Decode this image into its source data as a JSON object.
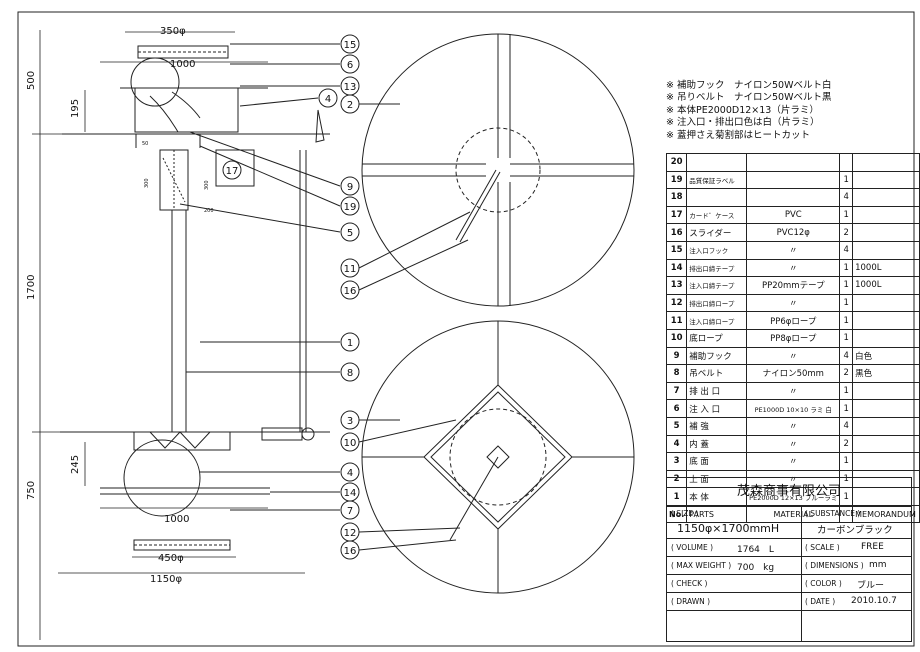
{
  "notes": [
    "※ 補助フック　ナイロン50Wベルト白",
    "※ 吊りベルト　ナイロン50Wベルト黒",
    "※ 本体PE2000D12×13（片ラミ）",
    "※ 注入口・排出口色は白（片ラミ）",
    "※ 蓋押さえ菊割部はヒートカット"
  ],
  "parts": [
    {
      "no": "20",
      "name": "",
      "material": "",
      "qty": "",
      "memo": ""
    },
    {
      "no": "19",
      "name": "品質保証ラベル",
      "material": "",
      "qty": "1",
      "memo": ""
    },
    {
      "no": "18",
      "name": "",
      "material": "",
      "qty": "4",
      "memo": ""
    },
    {
      "no": "17",
      "name": "カード゛ケース",
      "material": "PVC",
      "qty": "1",
      "memo": ""
    },
    {
      "no": "16",
      "name": "スライダー",
      "material": "PVC12φ",
      "qty": "2",
      "memo": ""
    },
    {
      "no": "15",
      "name": "注入口フック",
      "material": "〃",
      "qty": "4",
      "memo": ""
    },
    {
      "no": "14",
      "name": "排出口締テープ",
      "material": "〃",
      "qty": "1",
      "memo": "1000L"
    },
    {
      "no": "13",
      "name": "注入口締テープ",
      "material": "PP20mmテープ",
      "qty": "1",
      "memo": "1000L"
    },
    {
      "no": "12",
      "name": "排出口締ロープ",
      "material": "〃",
      "qty": "1",
      "memo": ""
    },
    {
      "no": "11",
      "name": "注入口締ロープ",
      "material": "PP6φロープ",
      "qty": "1",
      "memo": ""
    },
    {
      "no": "10",
      "name": "底ロープ",
      "material": "PP8φロープ",
      "qty": "1",
      "memo": ""
    },
    {
      "no": "9",
      "name": "補助フック",
      "material": "〃",
      "qty": "4",
      "memo": "白色"
    },
    {
      "no": "8",
      "name": "吊ベルト",
      "material": "ナイロン50mm",
      "qty": "2",
      "memo": "黒色"
    },
    {
      "no": "7",
      "name": "排 出 口",
      "material": "〃",
      "qty": "1",
      "memo": ""
    },
    {
      "no": "6",
      "name": "注 入 口",
      "material": "PE1000D 10×10 ラミ 白",
      "qty": "1",
      "memo": ""
    },
    {
      "no": "5",
      "name": "補 強",
      "material": "〃",
      "qty": "4",
      "memo": ""
    },
    {
      "no": "4",
      "name": "内 蓋",
      "material": "〃",
      "qty": "2",
      "memo": ""
    },
    {
      "no": "3",
      "name": "底 面",
      "material": "〃",
      "qty": "1",
      "memo": ""
    },
    {
      "no": "2",
      "name": "上 面",
      "material": "〃",
      "qty": "1",
      "memo": ""
    },
    {
      "no": "1",
      "name": "本 体",
      "material": "PE2000D 12×13 ブルーラミ",
      "qty": "1",
      "memo": ""
    }
  ],
  "table_header": {
    "no": "No.",
    "parts": "PARTS",
    "material": "MATERIAL",
    "memo": "MEMORANDUM"
  },
  "title_block": {
    "company": "茂森商事有限公司",
    "size_label": "( SIZE )",
    "size_value": "1150φ×1700mmH",
    "substance_label": "( SUBSTANCE )",
    "substance_value": "カーボンブラック",
    "volume_label": "( VOLUME )",
    "volume_value": "1764　L",
    "scale_label": "( SCALE )",
    "scale_value": "FREE",
    "weight_label": "( MAX WEIGHT )",
    "weight_value": "700　kg",
    "dimensions_label": "( DIMENSIONS )",
    "dimensions_value": "mm",
    "check_label": "( CHECK )",
    "color_label": "( COLOR )",
    "color_value": "ブルー",
    "drawn_label": "( DRAWN )",
    "date_label": "( DATE )",
    "date_value": "2010.10.7"
  },
  "dims": {
    "top_dia": "350φ",
    "top_1000": "1000",
    "bottom_1000": "1000",
    "bottom_dia": "450φ",
    "overall_dia": "1150φ",
    "h500": "500",
    "h195": "195",
    "h1700": "1700",
    "h750": "750",
    "h245": "245",
    "small_300a": "300",
    "small_300b": "300",
    "small_200": "200",
    "small_50": "50"
  },
  "callouts": [
    "15",
    "6",
    "13",
    "2",
    "4",
    "17",
    "9",
    "19",
    "5",
    "11",
    "16",
    "1",
    "8",
    "3",
    "10",
    "4",
    "14",
    "7",
    "12",
    "16"
  ]
}
